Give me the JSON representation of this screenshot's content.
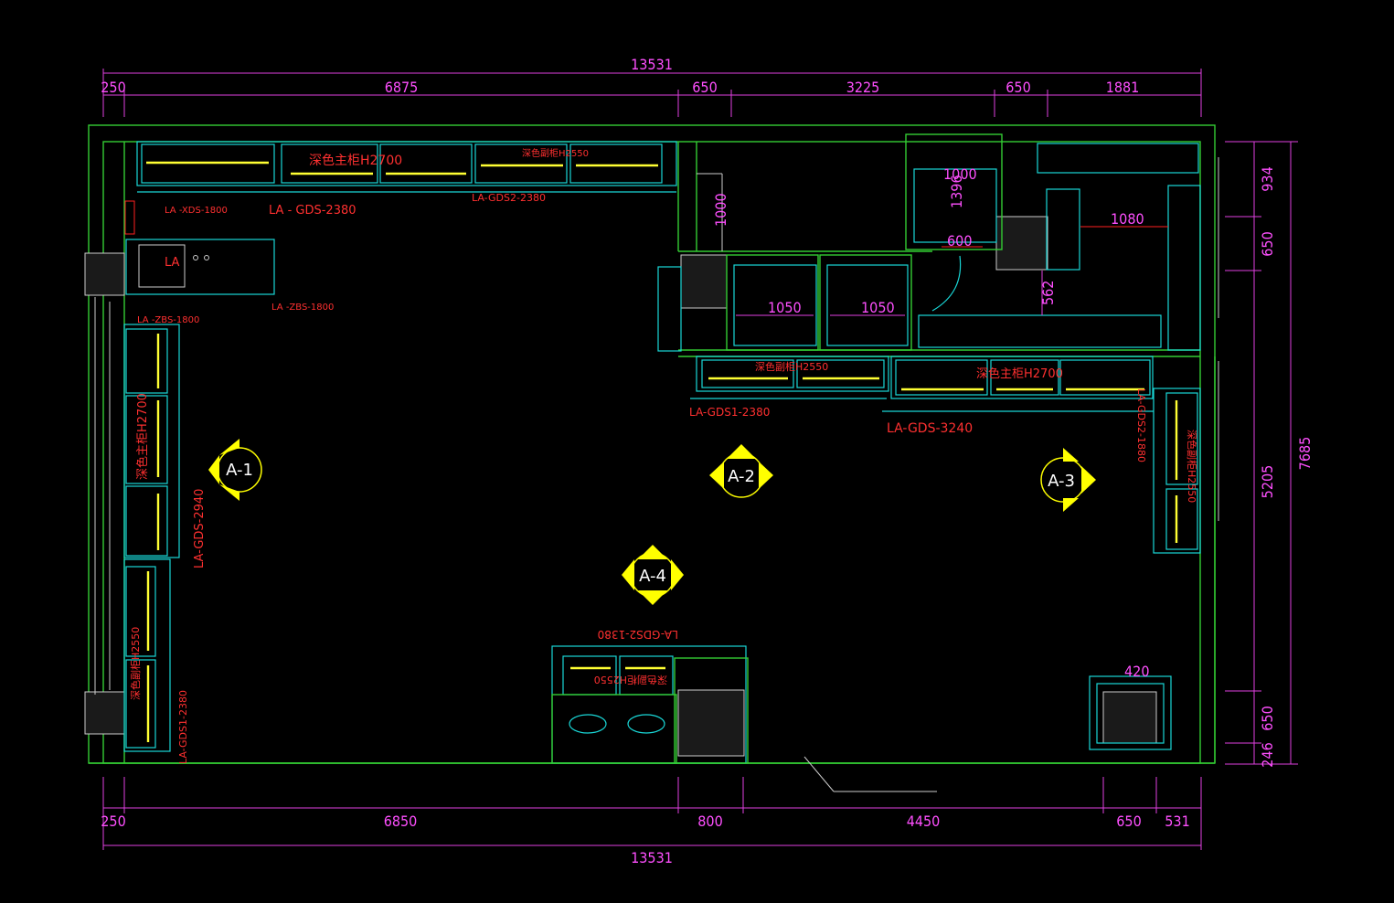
{
  "dimensions": {
    "top_total": "13531",
    "top_segments": [
      "250",
      "6875",
      "650",
      "3225",
      "650",
      "1881"
    ],
    "bottom_total": "13531",
    "bottom_segments": [
      "250",
      "6850",
      "800",
      "4450",
      "650",
      "531"
    ],
    "right_segments": [
      "934",
      "650",
      "5205",
      "650",
      "246"
    ],
    "right_total": "7685"
  },
  "labels": {
    "top_cab_1": "深色主柜H2700",
    "top_cab_2": "深色副柜H2550",
    "la_xds": "LA -XDS-1800",
    "la_gds_2380_top": "LA - GDS-2380",
    "la_gds2_2380_top": "LA-GDS2-2380",
    "la_small": "LA",
    "la_zbs_a": "LA -ZBS-1800",
    "la_zbs_b": "LA -ZBS-1800",
    "left_cab_main": "深色主柜H2700",
    "left_cab_sub": "深色副柜H2550",
    "la_gds_2940": "LA-GDS-2940",
    "la_gds1_2380_left": "LA-GDS1-2380",
    "mid_cab_sub": "深色副柜H2550",
    "mid_cab_main": "深色主柜H2700",
    "la_gds1_2380_mid": "LA-GDS1-2380",
    "la_gds_3240": "LA-GDS-3240",
    "la_gds2_1880": "LA-GDS2-1880",
    "right_cab_sub": "深色副柜H2550",
    "la_gds2_1380": "LA-GDS2-1380",
    "bottom_cab_sub": "深色副柜H2550",
    "dim_1000a": "1000",
    "dim_1000b": "1000",
    "dim_1396": "1396",
    "dim_600": "600",
    "dim_1080": "1080",
    "dim_562": "562",
    "dim_1050a": "1050",
    "dim_1050b": "1050",
    "dim_420": "420"
  },
  "markers": [
    "A-1",
    "A-2",
    "A-3",
    "A-4"
  ],
  "colors": {
    "background": "#000000",
    "dimension": "#ff40ff",
    "wall": "#33cc33",
    "cabinet": "#19d7d7",
    "light_bar": "#ffff33",
    "text_label": "#ff3030",
    "marker": "#ffff00"
  }
}
